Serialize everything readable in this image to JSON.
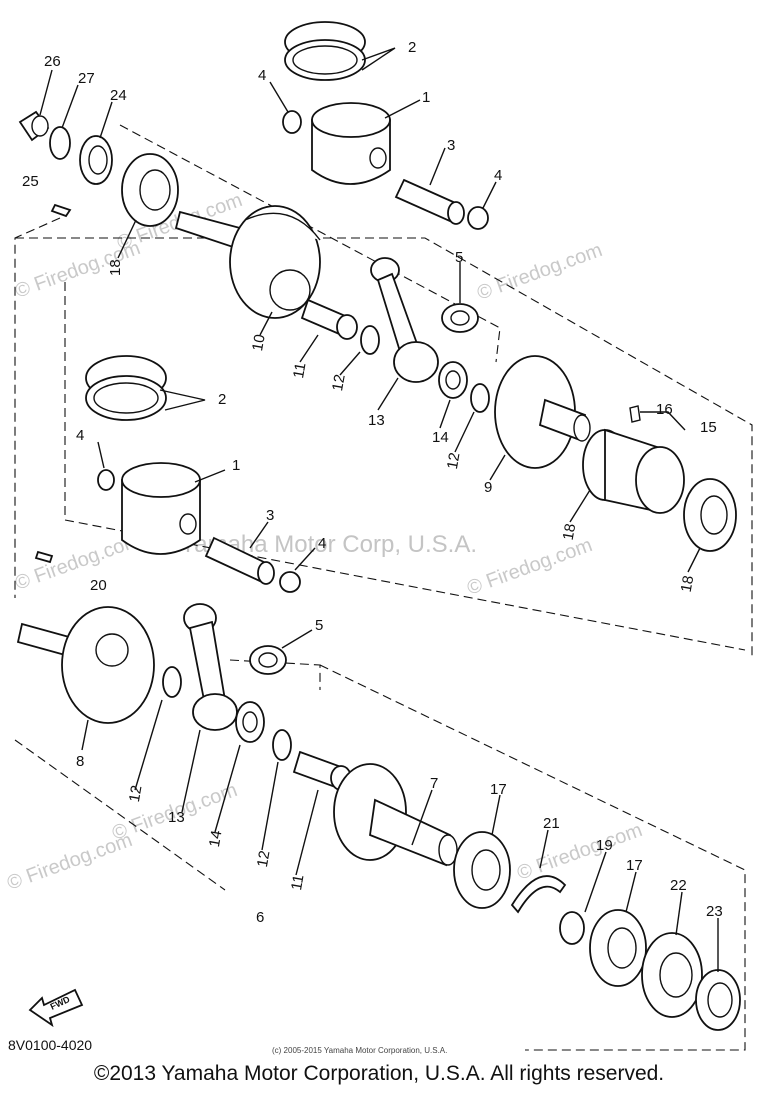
{
  "diagram": {
    "callouts": [
      {
        "id": "c2a",
        "label": "2"
      },
      {
        "id": "c1a",
        "label": "1"
      },
      {
        "id": "c3a",
        "label": "3"
      },
      {
        "id": "c4a",
        "label": "4"
      },
      {
        "id": "c4b",
        "label": "4"
      },
      {
        "id": "c5a",
        "label": "5"
      },
      {
        "id": "c26",
        "label": "26"
      },
      {
        "id": "c27",
        "label": "27"
      },
      {
        "id": "c24",
        "label": "24"
      },
      {
        "id": "c25",
        "label": "25"
      },
      {
        "id": "c18a",
        "label": "18"
      },
      {
        "id": "c10",
        "label": "10"
      },
      {
        "id": "c11a",
        "label": "11"
      },
      {
        "id": "c12a",
        "label": "12"
      },
      {
        "id": "c13a",
        "label": "13"
      },
      {
        "id": "c14a",
        "label": "14"
      },
      {
        "id": "c12b",
        "label": "12"
      },
      {
        "id": "c9",
        "label": "9"
      },
      {
        "id": "c16",
        "label": "16"
      },
      {
        "id": "c15",
        "label": "15"
      },
      {
        "id": "c18b",
        "label": "18"
      },
      {
        "id": "c18c",
        "label": "18"
      },
      {
        "id": "c2b",
        "label": "2"
      },
      {
        "id": "c4c",
        "label": "4"
      },
      {
        "id": "c1b",
        "label": "1"
      },
      {
        "id": "c3b",
        "label": "3"
      },
      {
        "id": "c4d",
        "label": "4"
      },
      {
        "id": "c20",
        "label": "20"
      },
      {
        "id": "c5b",
        "label": "5"
      },
      {
        "id": "c8",
        "label": "8"
      },
      {
        "id": "c12c",
        "label": "12"
      },
      {
        "id": "c13b",
        "label": "13"
      },
      {
        "id": "c14b",
        "label": "14"
      },
      {
        "id": "c12d",
        "label": "12"
      },
      {
        "id": "c11b",
        "label": "11"
      },
      {
        "id": "c7",
        "label": "7"
      },
      {
        "id": "c17a",
        "label": "17"
      },
      {
        "id": "c21",
        "label": "21"
      },
      {
        "id": "c19",
        "label": "19"
      },
      {
        "id": "c17b",
        "label": "17"
      },
      {
        "id": "c22",
        "label": "22"
      },
      {
        "id": "c23",
        "label": "23"
      },
      {
        "id": "c6",
        "label": "6"
      }
    ],
    "fwd_label": "FWD",
    "part_number": "8V0100-4020",
    "fine_print": "(c) 2005-2015 Yamaha Motor Corporation, U.S.A.",
    "watermarks": {
      "site": "© Firedog.com",
      "center": "Yamaha Motor Corp, U.S.A."
    }
  },
  "footer": {
    "copyright": "©2013 Yamaha Motor Corporation, U.S.A. All rights reserved."
  }
}
